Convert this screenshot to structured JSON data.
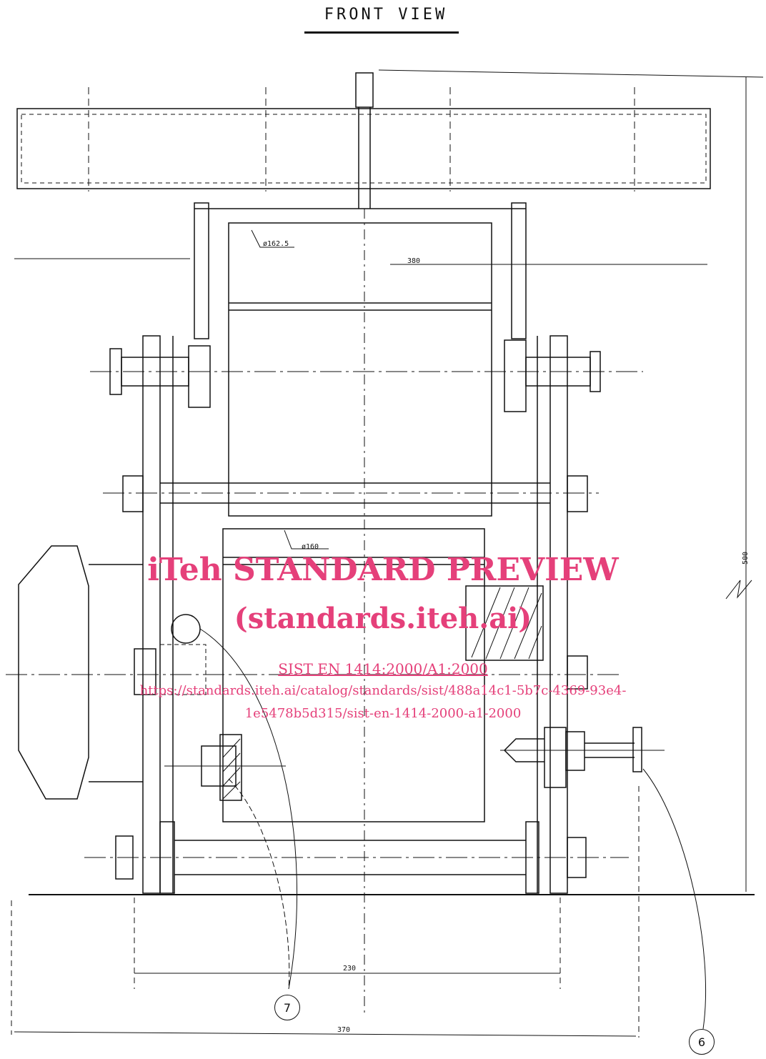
{
  "title": "FRONT VIEW",
  "dimensions": {
    "d1": "ø162.5",
    "d2": "380",
    "d3": "ø160",
    "d4": "500",
    "d5": "230",
    "d6": "370"
  },
  "callouts": {
    "c7": "7",
    "c6": "6"
  },
  "watermark": {
    "line1": "iTeh STANDARD PREVIEW",
    "line2": "(standards.iteh.ai)",
    "line3": "SIST EN 1414:2000/A1:2000",
    "line4": "https://standards.iteh.ai/catalog/standards/sist/488a14c1-5b7c-4369-93e4-",
    "line5": "1e5478b5d315/sist-en-1414-2000-a1-2000"
  }
}
